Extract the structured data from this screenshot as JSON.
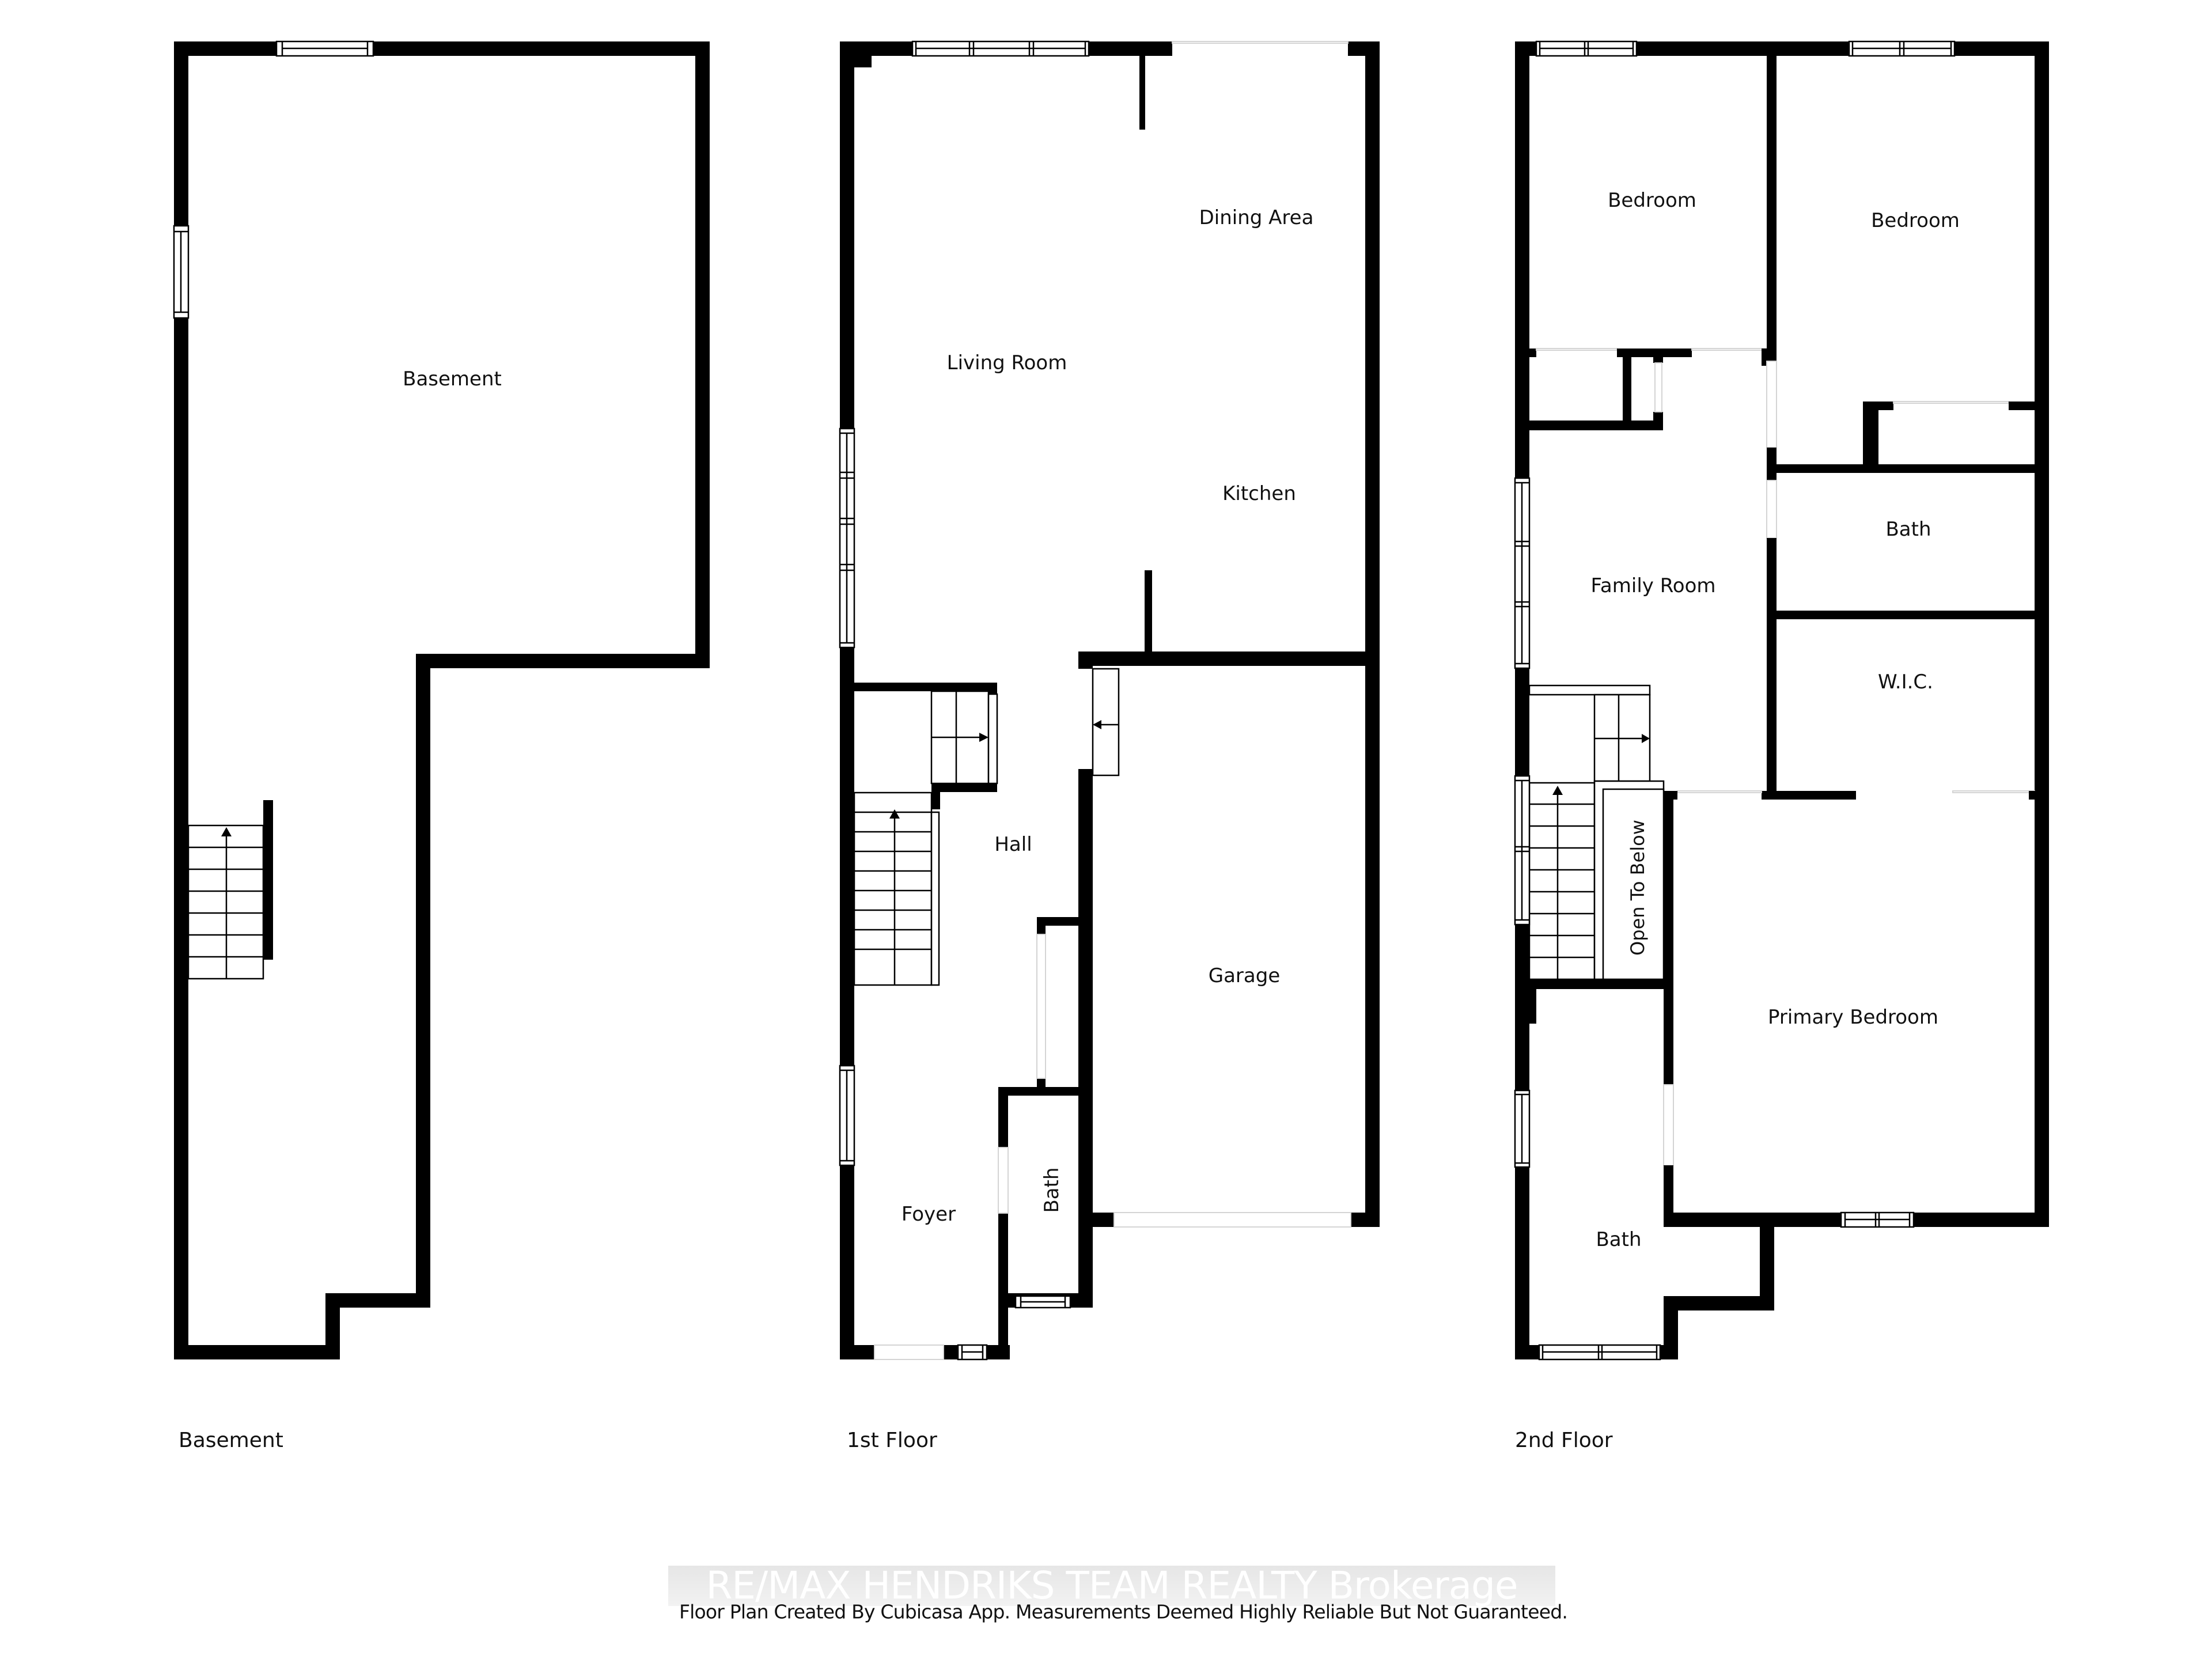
{
  "floors": [
    {
      "name": "Basement",
      "rooms": [
        {
          "label": "Basement"
        }
      ]
    },
    {
      "name": "1st Floor",
      "rooms": [
        {
          "label": "Living Room"
        },
        {
          "label": "Dining Area"
        },
        {
          "label": "Kitchen"
        },
        {
          "label": "Hall"
        },
        {
          "label": "Garage"
        },
        {
          "label": "Foyer"
        },
        {
          "label": "Bath"
        }
      ]
    },
    {
      "name": "2nd Floor",
      "rooms": [
        {
          "label": "Bedroom"
        },
        {
          "label": "Bedroom"
        },
        {
          "label": "Bath"
        },
        {
          "label": "Family Room"
        },
        {
          "label": "W.I.C."
        },
        {
          "label": "Open To Below"
        },
        {
          "label": "Primary Bedroom"
        },
        {
          "label": "Bath"
        }
      ]
    }
  ],
  "footer": {
    "watermark": "RE/MAX  HENDRIKS TEAM REALTY  Brokerage",
    "disclaimer": "Floor Plan Created By Cubicasa App. Measurements Deemed Highly Reliable But Not Guaranteed."
  },
  "colors": {
    "wall": "#000000",
    "background": "#ffffff",
    "text": "#111111"
  }
}
